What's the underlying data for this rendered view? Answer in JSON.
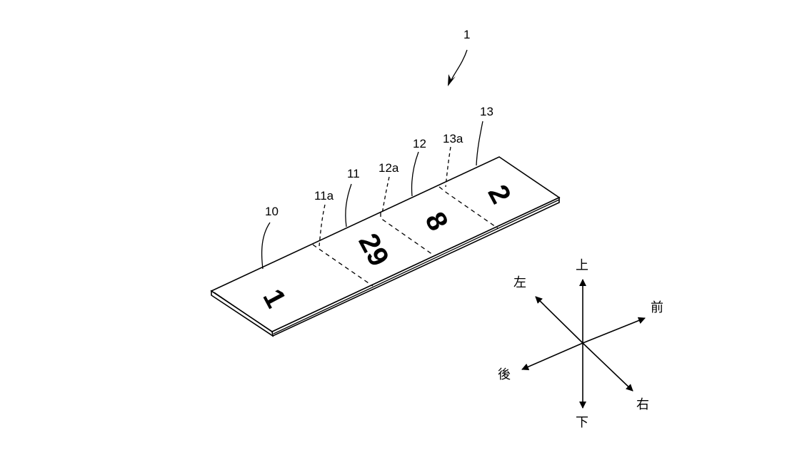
{
  "figure": {
    "assembly_ref": "1",
    "leader_refs": {
      "r10": "10",
      "r11a": "11a",
      "r11": "11",
      "r12a": "12a",
      "r12": "12",
      "r13a": "13a",
      "r13": "13"
    },
    "panel_numbers": [
      "1",
      "29",
      "8",
      "2"
    ],
    "directions": {
      "up": "上",
      "down": "下",
      "left": "左",
      "right": "右",
      "front": "前",
      "back": "後"
    }
  }
}
